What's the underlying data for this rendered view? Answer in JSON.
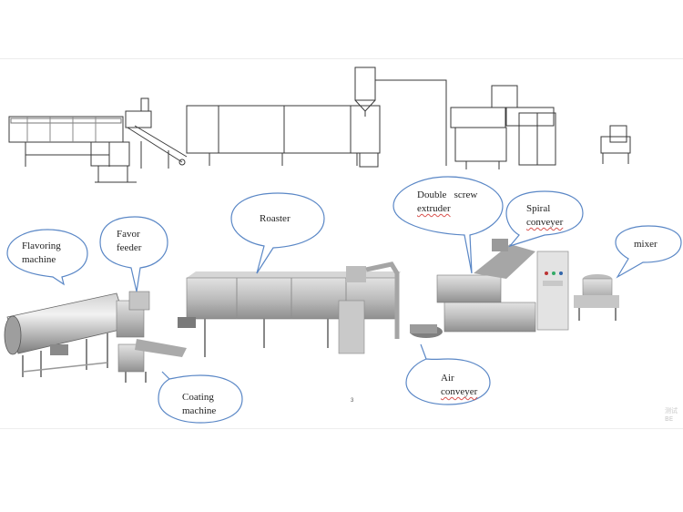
{
  "callouts": {
    "flavoring_machine": {
      "line1": "Flavoring",
      "line2": "machine"
    },
    "favor_feeder": {
      "line1": "Favor",
      "line2": "feeder"
    },
    "roaster": {
      "line1": "Roaster"
    },
    "double_screw_extruder": {
      "line1": "Double   screw",
      "line2": "extruder"
    },
    "spiral_conveyer": {
      "line1": "Spiral",
      "line2": "conveyer"
    },
    "mixer": {
      "line1": "mixer"
    },
    "coating_machine": {
      "line1": "Coating",
      "line2": "machine"
    },
    "air_conveyer": {
      "line1": "Air",
      "line2": "conveyer"
    }
  },
  "page_number": "3",
  "watermark": {
    "line1": "测试",
    "line2": "BE"
  },
  "colors": {
    "machine_fill": "#c9c9c9",
    "machine_shade": "#a9a9a9",
    "outline": "#333333",
    "bubble_stroke": "#5a87c6",
    "underline": "#d9534f"
  }
}
